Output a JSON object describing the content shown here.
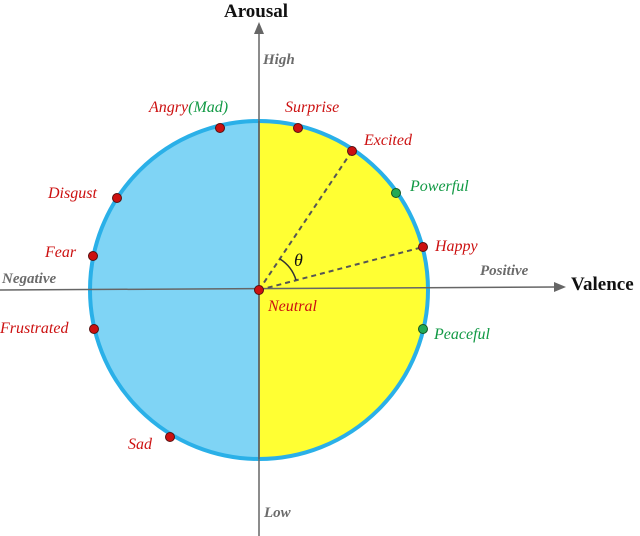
{
  "axes": {
    "y_title": "Arousal",
    "x_title": "Valence",
    "y_high": "High",
    "y_low": "Low",
    "x_negative": "Negative",
    "x_positive": "Positive"
  },
  "angle_symbol": "θ",
  "colors": {
    "negative_half": "#7fd4f5",
    "positive_half": "#ffff33",
    "circle_border": "#2ab0e8",
    "negative_emotion": "#cc1111",
    "positive_emotion": "#119944",
    "axis": "#666666"
  },
  "emotions": [
    {
      "label": "Surprise",
      "color": "#cc1111"
    },
    {
      "label": "Excited",
      "color": "#cc1111"
    },
    {
      "label": "Powerful",
      "color": "#119944"
    },
    {
      "label": "Happy",
      "color": "#cc1111"
    },
    {
      "label": "Peaceful",
      "color": "#119944"
    },
    {
      "label": "Sad",
      "color": "#cc1111"
    },
    {
      "label": "Frustrated",
      "color": "#cc1111"
    },
    {
      "label": "Fear",
      "color": "#cc1111"
    },
    {
      "label": "Disgust",
      "color": "#cc1111"
    },
    {
      "label": "Neutral",
      "color": "#cc1111"
    }
  ],
  "angry_label": {
    "main": "Angry",
    "alt": "(Mad)"
  }
}
